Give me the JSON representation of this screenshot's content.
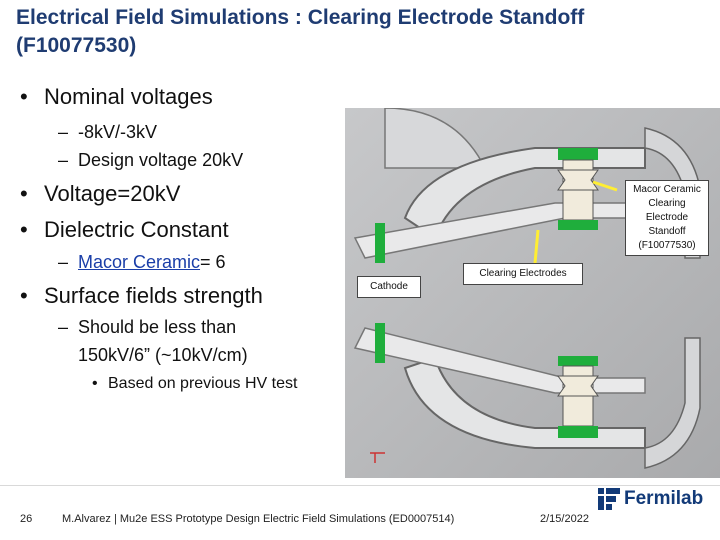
{
  "title": "Electrical Field Simulations : Clearing Electrode Standoff (F10077530)",
  "bullets": {
    "nominal": "Nominal voltages",
    "nominal_sub1": "-8kV/-3kV",
    "nominal_sub2": "Design voltage 20kV",
    "voltage": "Voltage=20kV",
    "dielectric": "Dielectric Constant",
    "macor_link": "Macor Ceramic",
    "macor_value": "= 6",
    "surface": "Surface fields strength",
    "surface_sub1_line1": "Should be less than",
    "surface_sub1_line2": "150kV/6” (~10kV/cm)",
    "surface_sub2": "Based on previous HV test"
  },
  "callouts": {
    "standoff_line1": "Macor Ceramic",
    "standoff_line2": "Clearing",
    "standoff_line3": "Electrode",
    "standoff_line4": "Standoff",
    "standoff_line5": "(F10077530)",
    "clearing_electrodes": "Clearing Electrodes",
    "cathode": "Cathode"
  },
  "footer": {
    "page_number": "26",
    "citation": "M.Alvarez | Mu2e ESS Prototype Design Electric Field Simulations (ED0007514)",
    "date": "2/15/2022",
    "logo_text": "Fermilab"
  },
  "colors": {
    "title": "#1f3c72",
    "link": "#1a3ea8",
    "electrode_green": "#1fae3c",
    "callout_arrow": "#ffee33"
  }
}
